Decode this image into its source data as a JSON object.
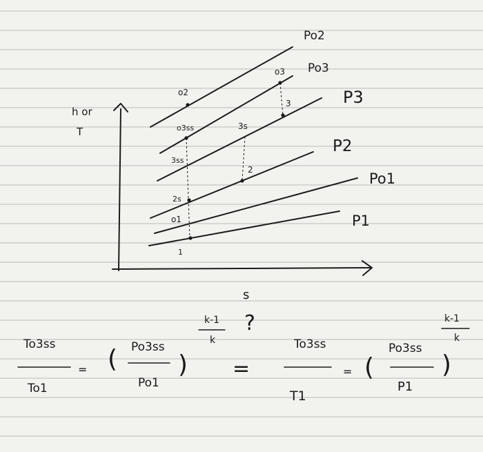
{
  "axes": {
    "y_label_top": "h or",
    "y_label_bottom": "T",
    "x_label": "s"
  },
  "isobars": {
    "p02": "Po2",
    "p03": "Po3",
    "p3": "P3",
    "p2": "P2",
    "p01": "Po1",
    "p1": "P1"
  },
  "points": {
    "s02": "o2",
    "s03": "o3",
    "s03ss": "o3ss",
    "s3s": "3s",
    "s3": "3",
    "s3ss": "3ss",
    "s2": "2",
    "s2s": "2s",
    "s01": "o1",
    "s1": "1"
  },
  "equation": {
    "lhs_num": "To3ss",
    "lhs_den": "To1",
    "equals": "=",
    "p_num": "Po3ss",
    "p_den": "Po1",
    "exp_num": "k-1",
    "exp_den": "k",
    "question_mark": "?",
    "equiv": "=",
    "rhs_num": "To3ss",
    "rhs_den": "T1",
    "equals2": "=",
    "p2_num": "Po3ss",
    "p2_den": "P1",
    "exp2_num": "k-1",
    "exp2_den": "k"
  }
}
